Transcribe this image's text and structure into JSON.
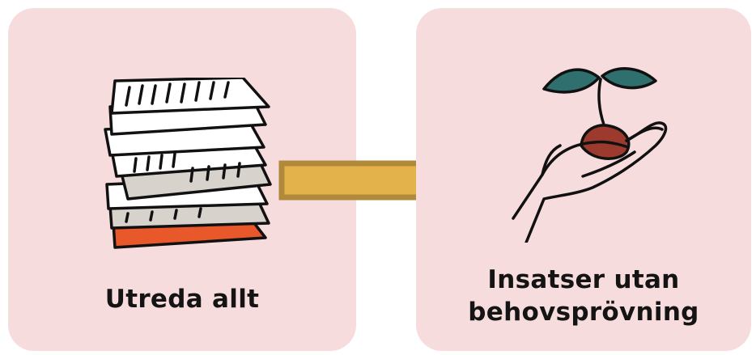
{
  "left_panel": {
    "caption": "Utreda allt",
    "icon": "stack-of-papers-icon"
  },
  "right_panel": {
    "caption_line1": "Insatser utan",
    "caption_line2": "behovsprövning",
    "icon": "hand-holding-seedling-icon"
  },
  "arrow": {
    "icon": "right-arrow-icon",
    "color": "#e3b24b"
  },
  "colors": {
    "panel_bg": "#f7dcdd",
    "paper_white": "#ffffff",
    "paper_grey": "#d8d2cc",
    "paper_orange": "#e8582a",
    "leaf": "#2f6f6e",
    "soil": "#9b3a2d",
    "arrow_fill": "#e3b24b",
    "arrow_stroke": "#b08a3a"
  }
}
